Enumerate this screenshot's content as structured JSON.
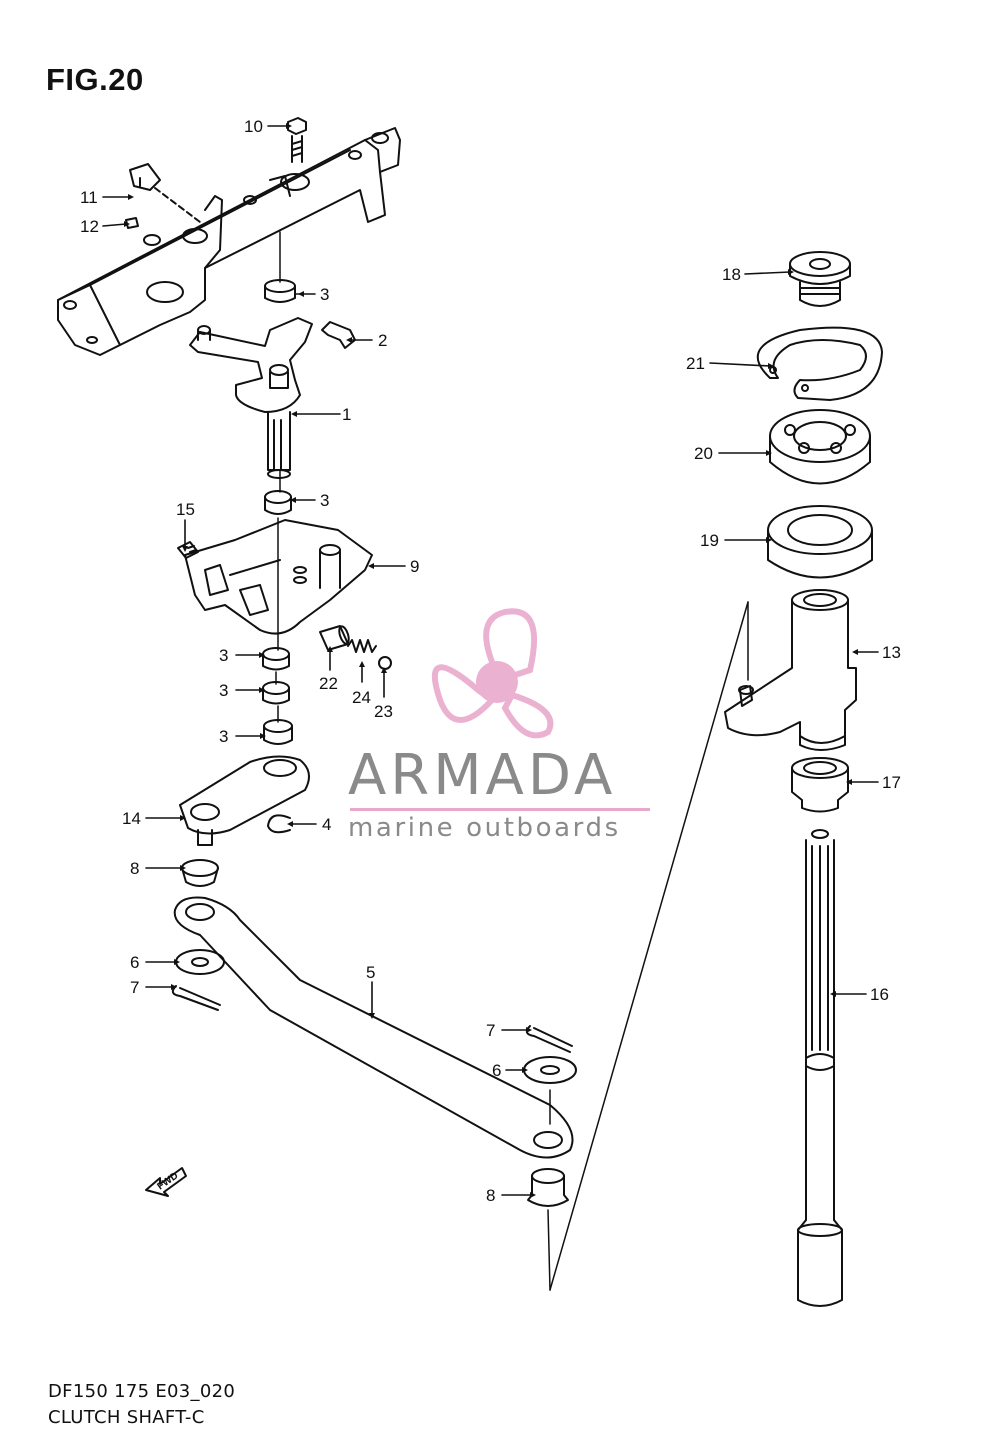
{
  "figure": {
    "title": "FIG.20",
    "code": "DF150 175 E03_020",
    "name": "CLUTCH SHAFT-C"
  },
  "watermark": {
    "brand": "ARMADA",
    "tagline": "marine outboards",
    "brand_color": "#8a8a8a",
    "logo_color": "#e9a9cd"
  },
  "fwd_arrow": {
    "label": "FWD"
  },
  "callouts": {
    "c10": "10",
    "c11": "11",
    "c12": "12",
    "c3a": "3",
    "c2": "2",
    "c1": "1",
    "c3b": "3",
    "c15": "15",
    "c9": "9",
    "c3c": "3",
    "c3d": "3",
    "c3e": "3",
    "c22": "22",
    "c24": "24",
    "c23": "23",
    "c14": "14",
    "c4": "4",
    "c8a": "8",
    "c6a": "6",
    "c7a": "7",
    "c5": "5",
    "c7b": "7",
    "c6b": "6",
    "c8b": "8",
    "c18": "18",
    "c21": "21",
    "c20": "20",
    "c19": "19",
    "c13": "13",
    "c17": "17",
    "c16": "16"
  }
}
